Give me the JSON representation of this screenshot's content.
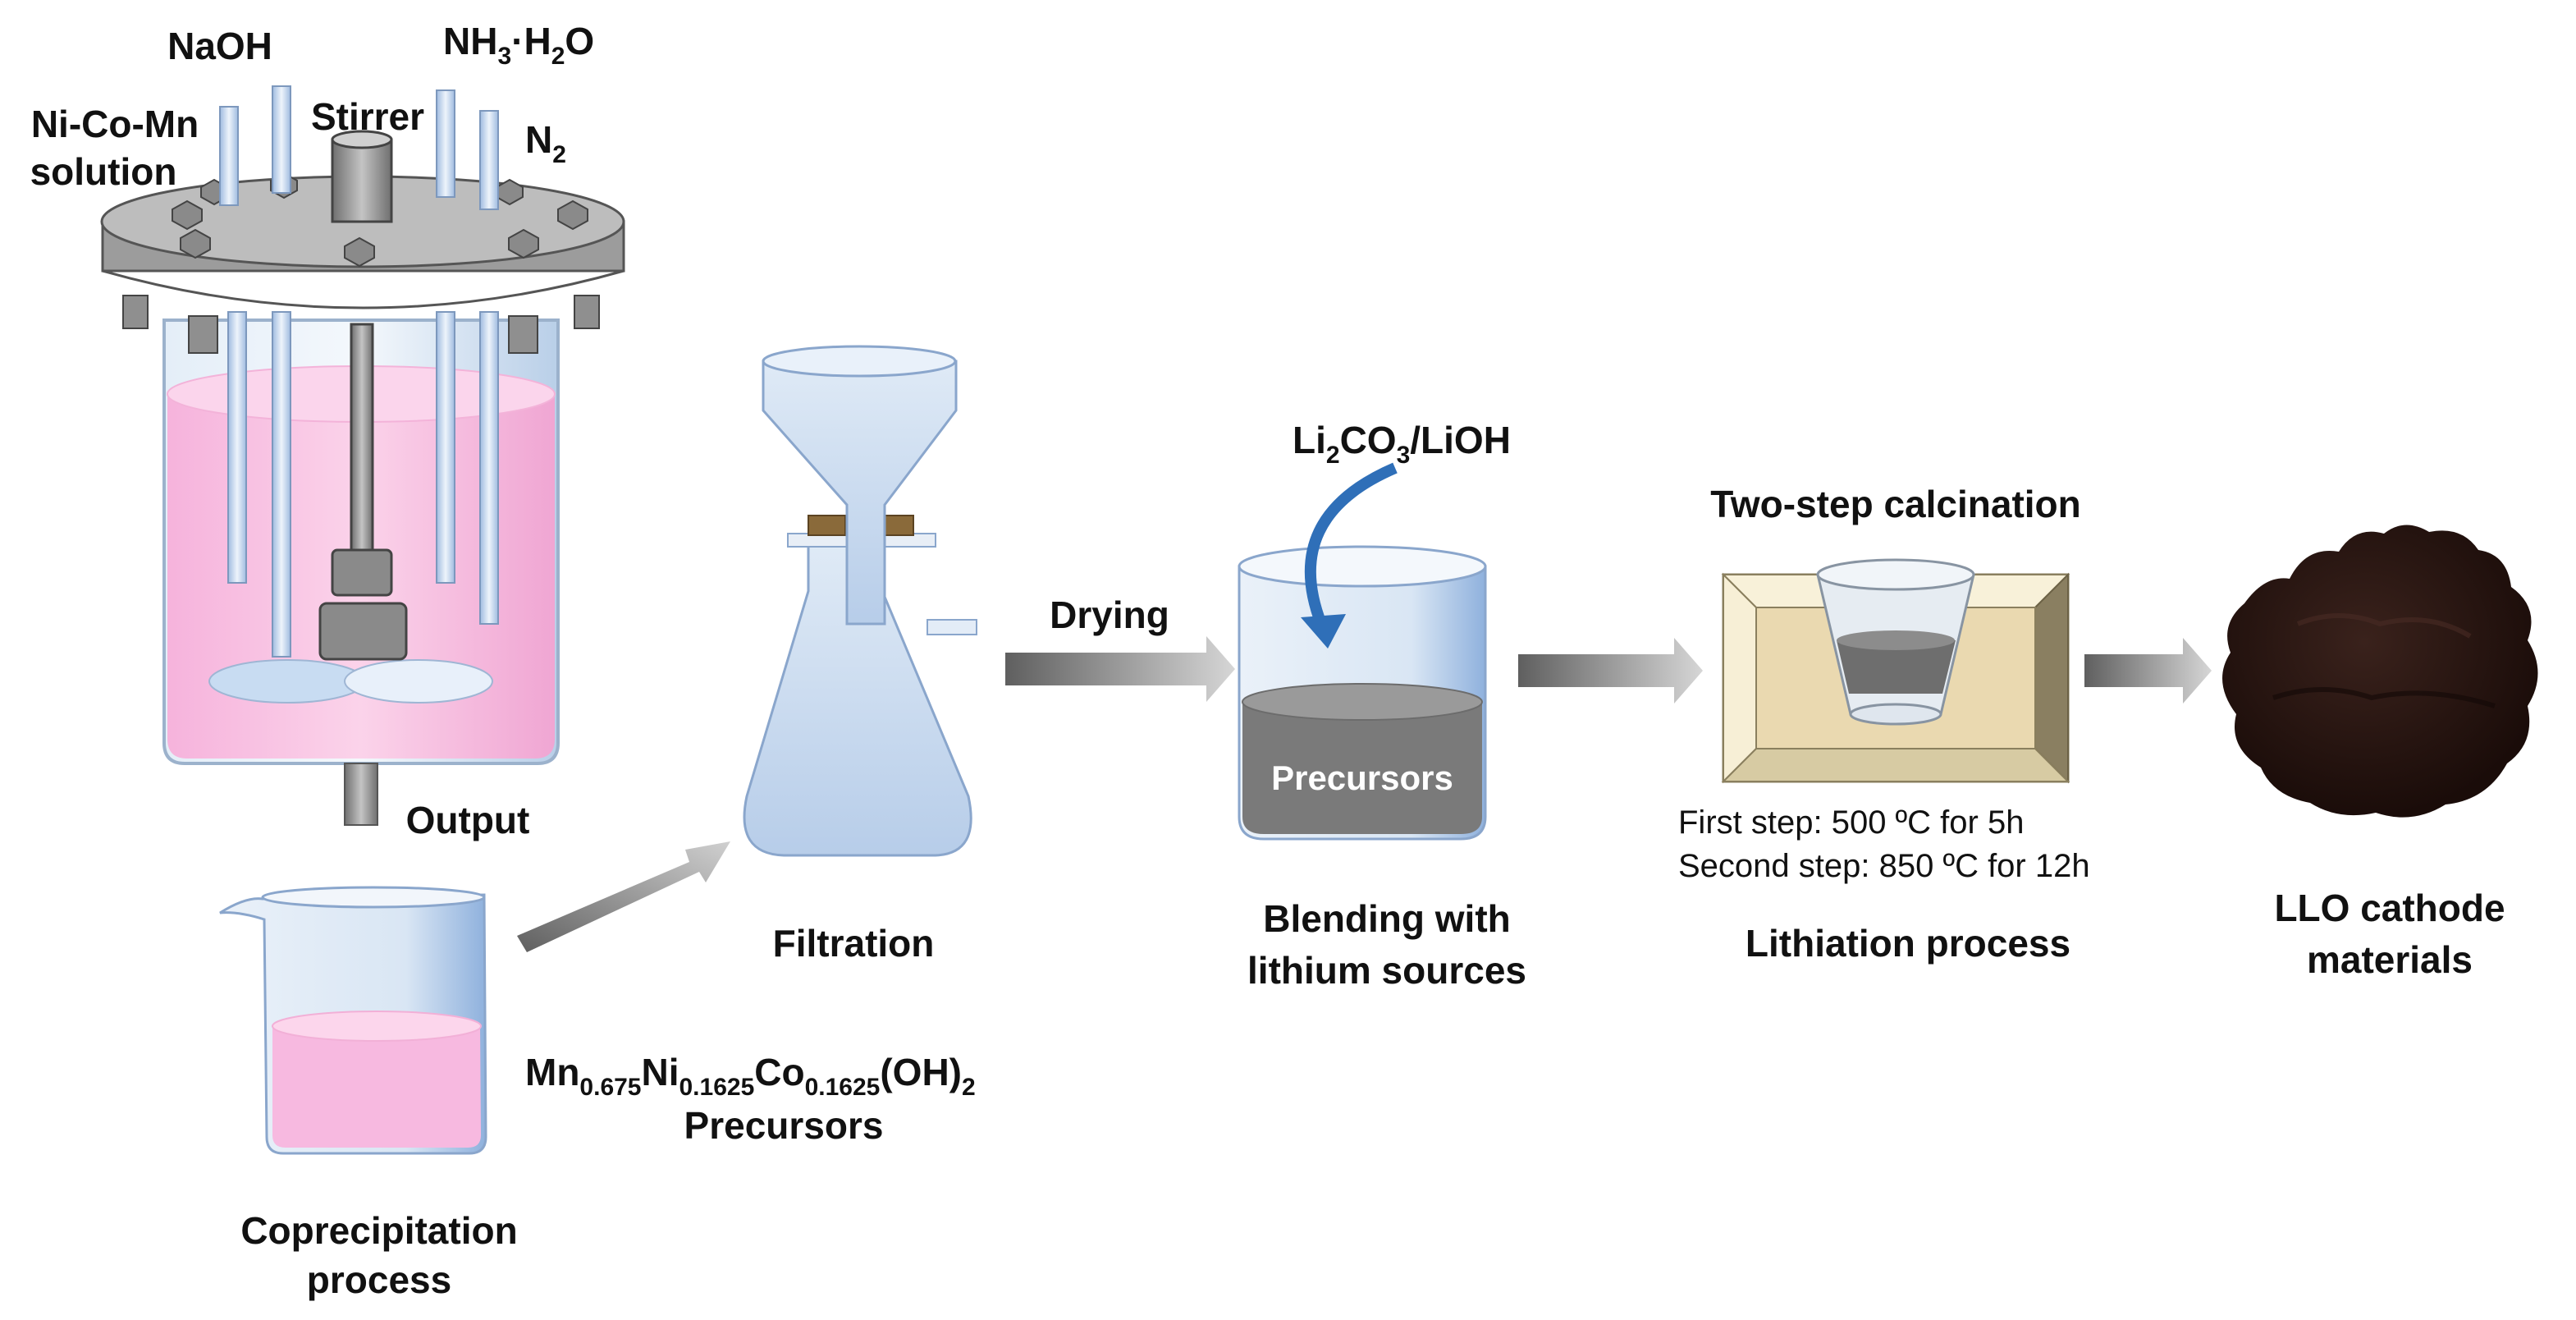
{
  "reactor": {
    "inputs": {
      "ni_co_mn_line1": "Ni-Co-Mn",
      "ni_co_mn_line2": "solution",
      "naoh": "NaOH",
      "stirrer": "Stirrer",
      "nh3_main": "NH",
      "nh3_sub": "3",
      "nh3_rest": "·H",
      "nh3_sub2": "2",
      "nh3_end": "O",
      "n2_main": "N",
      "n2_sub": "2"
    },
    "output_label": "Output",
    "step_label_line1": "Coprecipitation",
    "step_label_line2": "process"
  },
  "precursor_formula": {
    "mn": "Mn",
    "mn_sub": "0.675",
    "ni": "Ni",
    "ni_sub": "0.1625",
    "co": "Co",
    "co_sub": "0.1625",
    "oh": "(OH)",
    "oh_sub": "2",
    "line2": "Precursors"
  },
  "filtration": {
    "label": "Filtration"
  },
  "drying": {
    "label": "Drying"
  },
  "blending": {
    "li_main": "Li",
    "li_sub": "2",
    "co_main": "CO",
    "co_sub": "3",
    "rest": "/LiOH",
    "beaker_label": "Precursors",
    "label_line1": "Blending with",
    "label_line2": "lithium sources"
  },
  "calcination": {
    "title": "Two-step calcination",
    "step1": "First step: 500 ºC for 5h",
    "step2": "Second step: 850 ºC for 12h",
    "label": "Lithiation process"
  },
  "product": {
    "label_line1": "LLO cathode",
    "label_line2": "materials"
  },
  "colors": {
    "solution_pink": "#f7b8df",
    "glass_blue": "#c9dcf0",
    "metal_gray": "#8c8c8c",
    "arrow_gray": "#9a9a9a",
    "powder_dark": "#2a1612",
    "crucible_tan": "#efe0bb"
  }
}
